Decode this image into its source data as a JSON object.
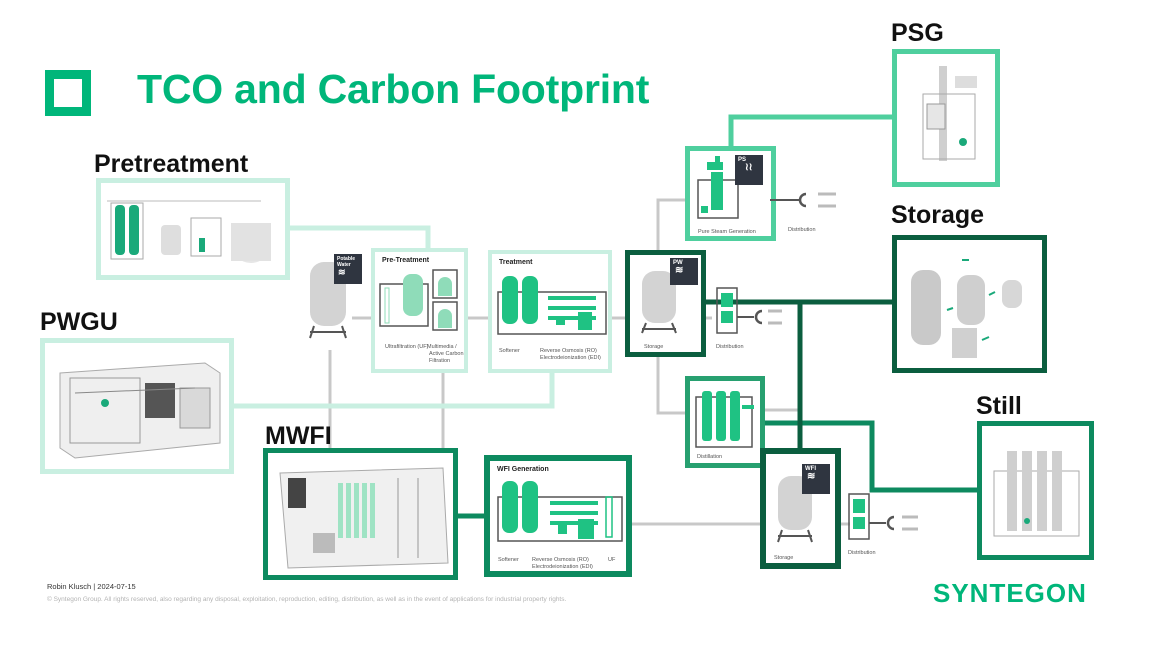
{
  "slide": {
    "title": "TCO and Carbon Footprint",
    "brand_color": "#00b67a",
    "logo_text": "SYNTEGON"
  },
  "product_labels": {
    "pretreatment": "Pretreatment",
    "pwgu": "PWGU",
    "mwfi": "MWFI",
    "psg": "PSG",
    "storage": "Storage",
    "still": "Still"
  },
  "process": {
    "potable_water_badge": "Potable Water",
    "pre_treatment": {
      "title": "Pre-Treatment",
      "caption_left": "Ultrafiltration (UF)",
      "caption_right_1": "Multimedia /",
      "caption_right_2": "Active Carbon",
      "caption_right_3": "Filtration"
    },
    "treatment": {
      "title": "Treatment",
      "caption_left": "Softener",
      "caption_right_1": "Reverse Osmosis (RO)",
      "caption_right_2": "Electrodeionization (EDI)"
    },
    "pw_storage": {
      "badge": "PW",
      "caption": "Storage"
    },
    "pw_distribution": {
      "caption": "Distribution"
    },
    "pure_steam": {
      "badge": "PS",
      "caption": "Pure Steam Generation"
    },
    "ps_distribution": {
      "caption": "Distribution"
    },
    "distillation": {
      "caption": "Distillation"
    },
    "wfi_generation": {
      "title": "WFI Generation",
      "caption_left": "Softener",
      "caption_mid_1": "Reverse Osmosis (RO)",
      "caption_mid_2": "Electrodeionization (EDI)",
      "caption_right": "UF"
    },
    "wfi_storage": {
      "badge": "WFI",
      "caption": "Storage"
    },
    "wfi_distribution": {
      "caption": "Distribution"
    }
  },
  "colors": {
    "pale_green": "#c9efe1",
    "mid_green": "#4fcf9e",
    "deep_green": "#0d8a5f",
    "dark_green": "#0b5e3f",
    "process_grey": "#c8c8c8",
    "badge_dark": "#2f3540"
  },
  "footer": {
    "author_date": "Robin Klusch | 2024-07-15",
    "copyright": "© Syntegon Group. All rights reserved, also regarding any disposal, exploitation, reproduction, editing, distribution, as well as in the event of applications for industrial property rights."
  }
}
